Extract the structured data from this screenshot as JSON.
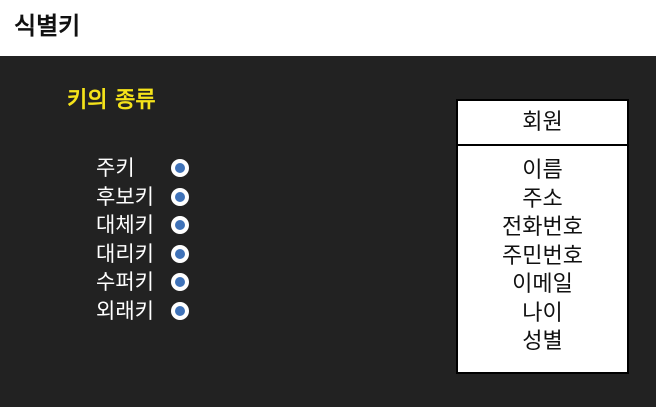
{
  "header": {
    "title": "식별키"
  },
  "section": {
    "title": "키의 종류"
  },
  "key_types": [
    "주키",
    "후보키",
    "대체키",
    "대리키",
    "수퍼키",
    "외래키"
  ],
  "entity": {
    "name": "회원",
    "attributes": [
      "이름",
      "주소",
      "전화번호",
      "주민번호",
      "이메일",
      "나이",
      "성별"
    ]
  },
  "colors": {
    "panel_bg": "#222222",
    "title_accent": "#f5e31a",
    "radio_dot": "#3f72b8"
  }
}
